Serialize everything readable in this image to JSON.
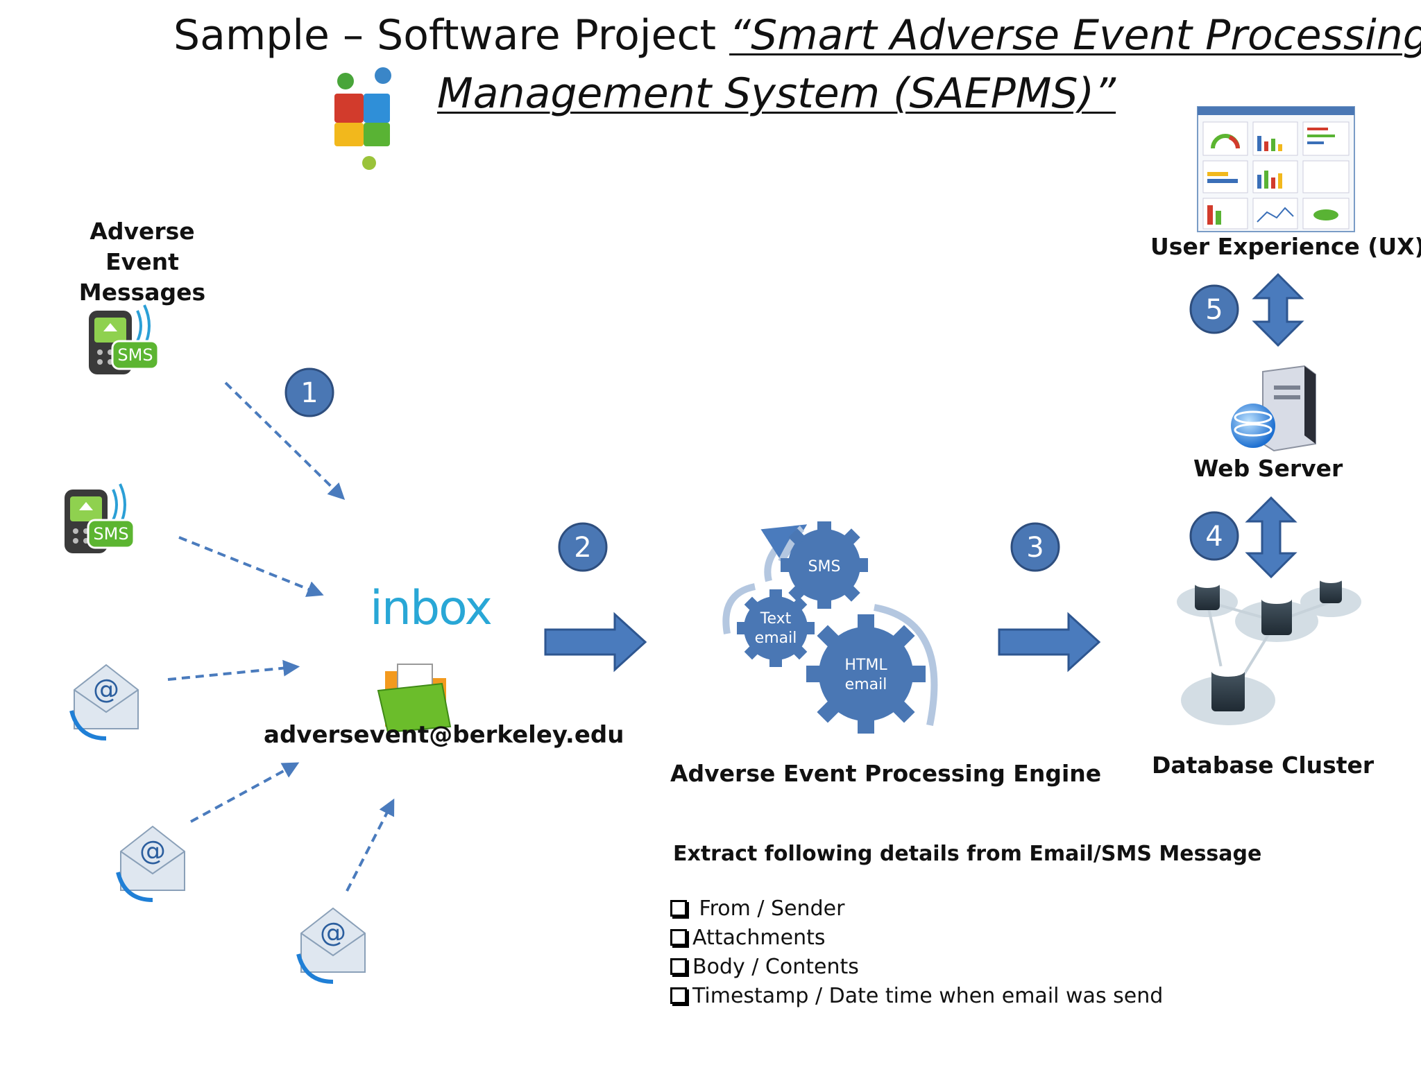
{
  "title": {
    "prefix": "Sample – Software Project ",
    "line1_italic": "“Smart Adverse Event Processing",
    "line2_italic": "Management System (SAEPMS)”"
  },
  "labels": {
    "messages": "Adverse Event Messages",
    "inbox_word": "inbox",
    "inbox_email": "adversevent@berkeley.edu",
    "engine": "Adverse Event Processing Engine",
    "database": "Database Cluster",
    "web_server": "Web Server",
    "ux": "User Experience (UX)"
  },
  "steps": [
    "1",
    "2",
    "3",
    "4",
    "5"
  ],
  "gears": {
    "sms": "SMS",
    "text_email": [
      "Text",
      "email"
    ],
    "html_email": [
      "HTML",
      "email"
    ]
  },
  "sms_badge": "SMS",
  "extract": {
    "heading": "Extract following details from Email/SMS Message",
    "items": [
      "From / Sender",
      "Attachments",
      "Body / Contents",
      "Timestamp / Date time when email was send"
    ]
  },
  "colors": {
    "arrow": "#4a7bbd",
    "step_circle": "#4a77b4",
    "gear": "#4a77b4",
    "inbox_word": "#29a7d6",
    "sms_green": "#5cb531"
  }
}
